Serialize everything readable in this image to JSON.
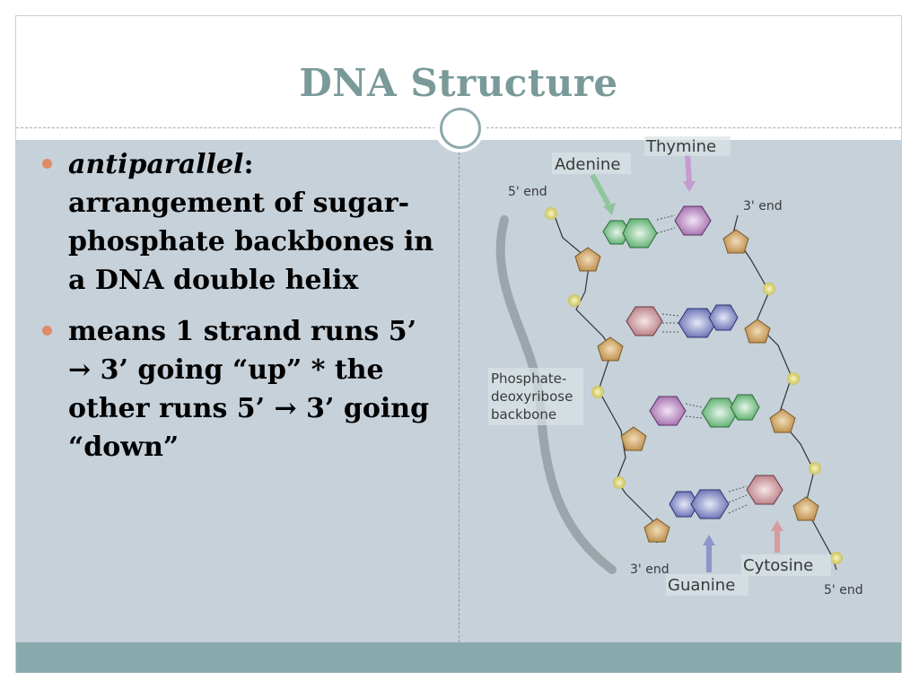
{
  "slide": {
    "title": "DNA Structure"
  },
  "bullets": [
    {
      "term": "antiparallel",
      "colon": ":",
      "text": " arrangement of sugar-phosphate backbones in a DNA double helix"
    },
    {
      "text": "means 1 strand runs 5’ → 3’ going “up” * the other runs 5’ → 3’ going “down”"
    }
  ],
  "diagram": {
    "labels": {
      "thymine": "Thymine",
      "adenine": "Adenine",
      "five_end_top": "5' end",
      "three_end_top": "3' end",
      "backbone_1": "Phosphate-",
      "backbone_2": "deoxyribose",
      "backbone_3": "backbone",
      "three_end_bottom": "3' end",
      "guanine": "Guanine",
      "cytosine": "Cytosine",
      "five_end_bottom": "5' end"
    },
    "colors": {
      "adenine": "#5fb871",
      "thymine": "#b07ab8",
      "guanine": "#7a82c0",
      "cytosine": "#c98a90",
      "sugar": "#c89a58",
      "phosphate": "#d9d26a"
    }
  },
  "theme": {
    "title_color": "#7a9a9a",
    "content_bg": "#c6d1da",
    "footer_bg": "#89aaac",
    "bullet_color": "#e08a68"
  }
}
